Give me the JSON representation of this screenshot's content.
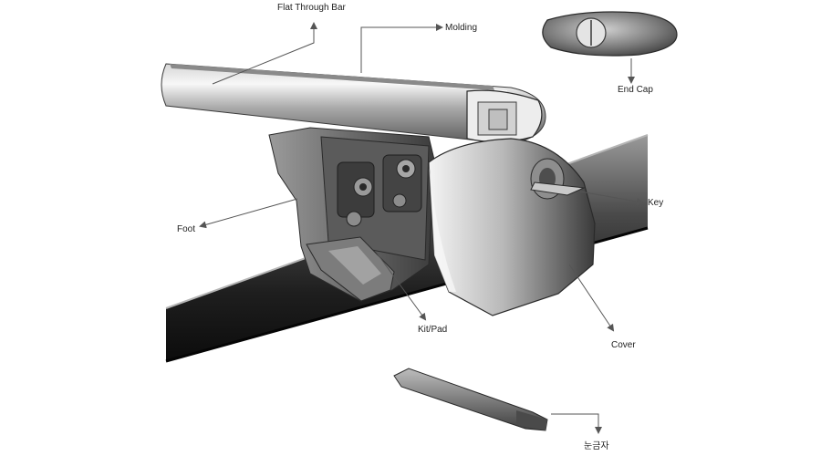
{
  "labels": {
    "flat_through_bar": "Flat Through Bar",
    "molding": "Molding",
    "end_cap": "End Cap",
    "key": "Key",
    "foot": "Foot",
    "kit_pad": "Kit/Pad",
    "cover": "Cover",
    "ruler": "눈금자"
  },
  "colors": {
    "background": "#ffffff",
    "leader": "#555555",
    "text": "#222222"
  }
}
